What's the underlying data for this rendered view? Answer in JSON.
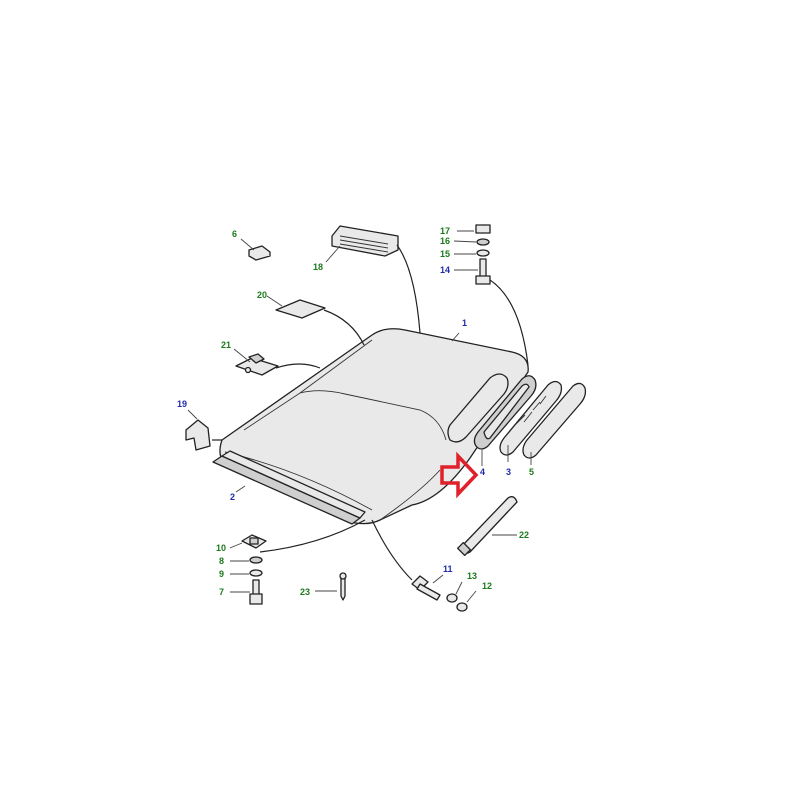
{
  "colors": {
    "label_green": "#1b7a1b",
    "label_blue": "#1f2ba8",
    "highlight_red": "#e0202a"
  },
  "highlight": {
    "icon": "right-arrow-icon",
    "target_callout": "4"
  },
  "callouts": [
    {
      "id": "c1",
      "text": "1",
      "color": "blue"
    },
    {
      "id": "c2",
      "text": "2",
      "color": "blue"
    },
    {
      "id": "c3",
      "text": "3",
      "color": "blue"
    },
    {
      "id": "c4",
      "text": "4",
      "color": "blue"
    },
    {
      "id": "c5",
      "text": "5",
      "color": "green"
    },
    {
      "id": "c6",
      "text": "6",
      "color": "green"
    },
    {
      "id": "c7",
      "text": "7",
      "color": "green"
    },
    {
      "id": "c8",
      "text": "8",
      "color": "green"
    },
    {
      "id": "c9",
      "text": "9",
      "color": "green"
    },
    {
      "id": "c10",
      "text": "10",
      "color": "green"
    },
    {
      "id": "c11",
      "text": "11",
      "color": "blue"
    },
    {
      "id": "c12",
      "text": "12",
      "color": "green"
    },
    {
      "id": "c13",
      "text": "13",
      "color": "green"
    },
    {
      "id": "c14",
      "text": "14",
      "color": "blue"
    },
    {
      "id": "c15",
      "text": "15",
      "color": "green"
    },
    {
      "id": "c16",
      "text": "16",
      "color": "green"
    },
    {
      "id": "c17",
      "text": "17",
      "color": "green"
    },
    {
      "id": "c18",
      "text": "18",
      "color": "green"
    },
    {
      "id": "c19",
      "text": "19",
      "color": "blue"
    },
    {
      "id": "c20",
      "text": "20",
      "color": "green"
    },
    {
      "id": "c21",
      "text": "21",
      "color": "green"
    },
    {
      "id": "c22",
      "text": "22",
      "color": "green"
    },
    {
      "id": "c23",
      "text": "23",
      "color": "green"
    }
  ]
}
